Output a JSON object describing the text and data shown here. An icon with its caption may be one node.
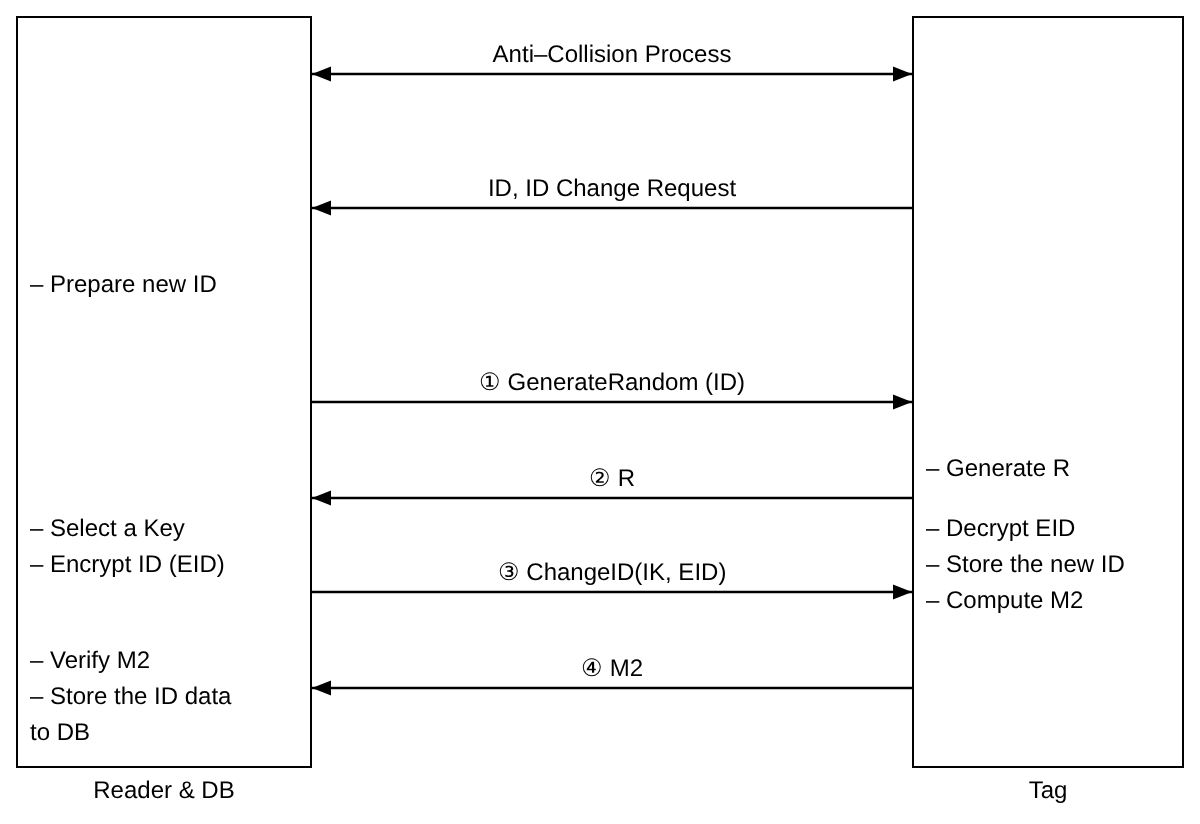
{
  "diagram": {
    "nodes": [
      {
        "text": [
          "– Prepare new ID",
          "– Select a Key",
          "– Encrypt ID (EID)",
          "– Verify M2",
          "– Store the ID data to DB",
          "Reader & DB"
        ]
      },
      {
        "text": [
          "– Generate R",
          "– Decrypt EID",
          "– Store the new ID",
          "– Compute M2",
          "Tag"
        ]
      }
    ],
    "edges": [
      {
        "from": 0,
        "to": 1,
        "arrow": "both",
        "label": "Anti–Collision Process"
      },
      {
        "from": 1,
        "to": 0,
        "arrow": "to",
        "label": "ID, ID Change Request"
      },
      {
        "from": 0,
        "to": 1,
        "arrow": "to",
        "label": "① GenerateRandom (ID)"
      },
      {
        "from": 1,
        "to": 0,
        "arrow": "to",
        "label": "② R"
      },
      {
        "from": 0,
        "to": 1,
        "arrow": "to",
        "label": "③ ChangeID(IK, EID)"
      },
      {
        "from": 1,
        "to": 0,
        "arrow": "to",
        "label": "④ M2"
      }
    ]
  }
}
